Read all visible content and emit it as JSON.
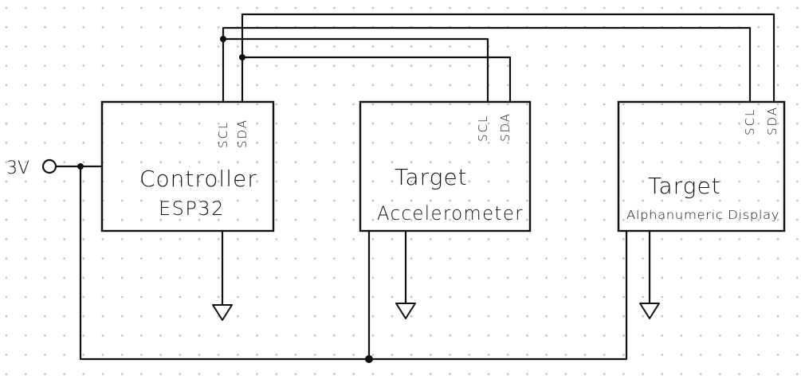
{
  "supply": {
    "label": "3V"
  },
  "blocks": [
    {
      "id": "controller",
      "title": "Controller",
      "subtitle": "ESP32",
      "pin_scl": "SCL",
      "pin_sda": "SDA"
    },
    {
      "id": "accelerometer",
      "title": "Target",
      "subtitle": "Accelerometer",
      "pin_scl": "SCL",
      "pin_sda": "SDA"
    },
    {
      "id": "display",
      "title": "Target",
      "subtitle": "Alphanumeric Display",
      "pin_scl": "SCL",
      "pin_sda": "SDA"
    }
  ],
  "colors": {
    "ink": "#111111",
    "grid_dot": "#c4c4c4",
    "background": "#ffffff"
  },
  "icons": [
    "ground-symbol",
    "supply-terminal",
    "junction-dot"
  ]
}
